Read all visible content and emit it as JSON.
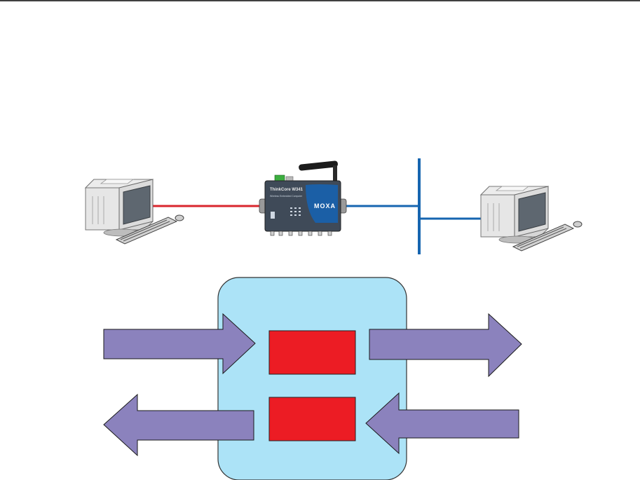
{
  "colors": {
    "page_background": "#ffffff",
    "top_rule": "#000000",
    "serial_link": "#d9262d",
    "ethernet_link": "#1665b0",
    "bus_line": "#1665b0",
    "gateway_box": "#ace3f7",
    "gateway_box_border": "#333333",
    "function_block": "#ec1c24",
    "arrow_fill": "#8b82bd",
    "arrow_stroke": "#1a1a1a",
    "device_body": "#3f4a58",
    "device_panel": "#1b5fa6",
    "pc_monitor_body": "#e4e4e4",
    "pc_screen": "#5e6770"
  },
  "device": {
    "model_label": "ThinkCore W341",
    "subtitle_label": "Wireless Embedded Computer",
    "brand_label": "MOXA"
  },
  "icons": [
    "pc-left-icon",
    "embedded-computer-icon",
    "antenna-icon",
    "pc-right-icon"
  ]
}
